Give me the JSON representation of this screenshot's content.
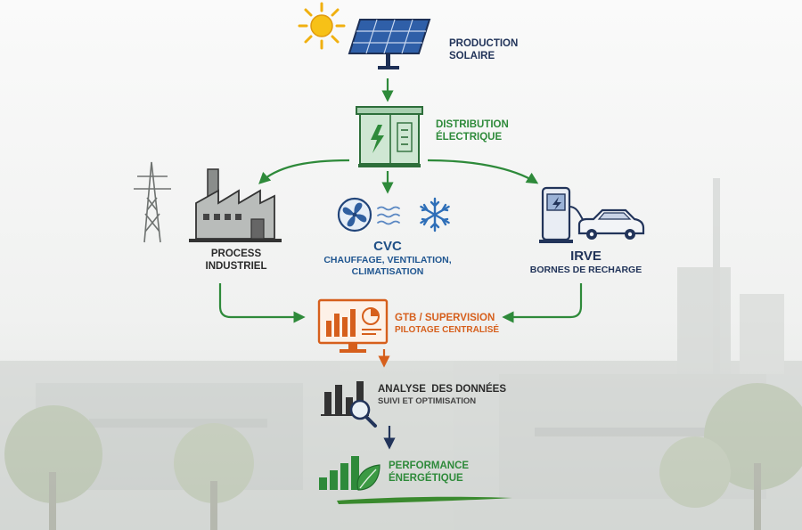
{
  "nodes": {
    "solar": {
      "line1": "PRODUCTION",
      "line2": "SOLAIRE"
    },
    "distribution": {
      "line1": "DISTRIBUTION",
      "line2": "ÉLECTRIQUE"
    },
    "process": {
      "line1": "PROCESS",
      "line2": "INDUSTRIEL"
    },
    "cvc": {
      "title": "CVC",
      "line1": "CHAUFFAGE, VENTILATION,",
      "line2": "CLIMATISATION"
    },
    "irve": {
      "title": "IRVE",
      "line1": "BORNES DE RECHARGE"
    },
    "gtb": {
      "title": "GTB / SUPERVISION",
      "line1": "PILOTAGE CENTRALISÉ"
    },
    "analyse": {
      "title": "ANALYSE  DES DONNÉES",
      "line1": "SUIVI ET OPTIMISATION"
    },
    "performance": {
      "line1": "PERFORMANCE",
      "line2": "ÉNERGÉTIQUE"
    }
  },
  "icons": {
    "sun": "sun-icon",
    "solar_panel": "solar-panel-icon",
    "cabinet": "electrical-cabinet-icon",
    "factory": "factory-icon",
    "pylon": "power-pylon-icon",
    "fan": "fan-icon",
    "wind": "air-flow-icon",
    "snowflake": "snowflake-icon",
    "charger": "charging-station-icon",
    "car": "car-icon",
    "monitor": "monitor-dashboard-icon",
    "analysis": "magnifier-chart-icon",
    "performance": "growth-leaf-icon"
  },
  "colors": {
    "green": "#2e8a3a",
    "navy": "#22345a",
    "blue": "#1f5590",
    "orange": "#d65f1c",
    "gray": "#555555"
  }
}
